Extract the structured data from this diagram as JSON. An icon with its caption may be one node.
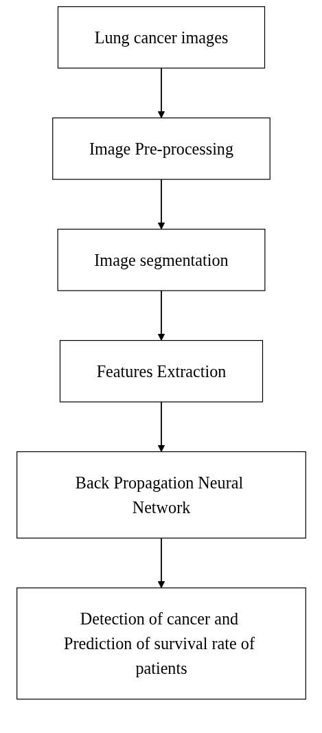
{
  "diagram": {
    "nodes": [
      {
        "text": [
          "Lung cancer images"
        ]
      },
      {
        "text": [
          "Image Pre-processing"
        ]
      },
      {
        "text": [
          "Image segmentation"
        ]
      },
      {
        "text": [
          "Features Extraction"
        ]
      },
      {
        "text": [
          "Back Propagation Neural Network"
        ]
      },
      {
        "text": [
          "Detection of cancer and Prediction of survival rate of patients"
        ]
      }
    ],
    "edges": [
      {
        "from": 0,
        "to": 1,
        "arrow": "to"
      },
      {
        "from": 1,
        "to": 2,
        "arrow": "to"
      },
      {
        "from": 2,
        "to": 3,
        "arrow": "to"
      },
      {
        "from": 3,
        "to": 4,
        "arrow": "to"
      },
      {
        "from": 4,
        "to": 5,
        "arrow": "to"
      }
    ]
  }
}
